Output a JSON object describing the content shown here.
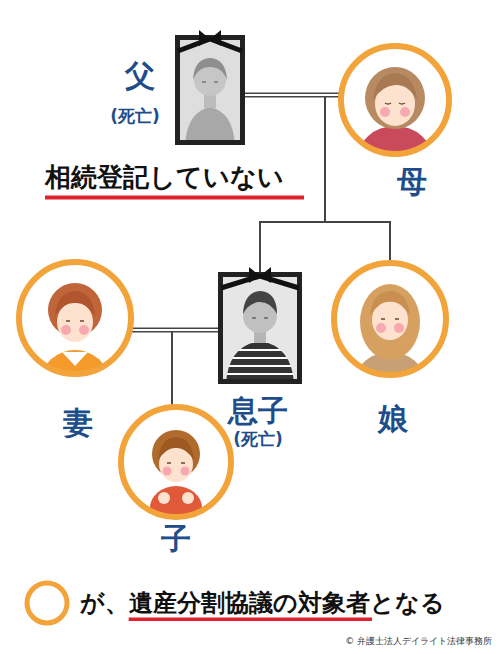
{
  "diagram": {
    "nodes": [
      {
        "text": [
          "父",
          "(死亡)"
        ]
      },
      {
        "text": [
          "母"
        ]
      },
      {
        "text": [
          "妻"
        ]
      },
      {
        "text": [
          "息子",
          "(死亡)"
        ]
      },
      {
        "text": [
          "娘"
        ]
      },
      {
        "text": [
          "子"
        ]
      }
    ],
    "edges": [
      {
        "from": 0,
        "to": 1,
        "arrow": "none"
      },
      {
        "from": 0,
        "to": 3,
        "arrow": "none"
      },
      {
        "from": 1,
        "to": 3,
        "arrow": "none"
      },
      {
        "from": 0,
        "to": 4,
        "arrow": "none"
      },
      {
        "from": 1,
        "to": 4,
        "arrow": "none"
      },
      {
        "from": 2,
        "to": 3,
        "arrow": "none"
      },
      {
        "from": 2,
        "to": 5,
        "arrow": "none"
      },
      {
        "from": 3,
        "to": 5,
        "arrow": "none"
      }
    ],
    "labels": [
      "相続登記していない",
      "© 弁護士法人デイライト法律事務所"
    ],
    "legend": [
      {
        "text": "が、遺産分割協議の対象者となる"
      }
    ]
  }
}
